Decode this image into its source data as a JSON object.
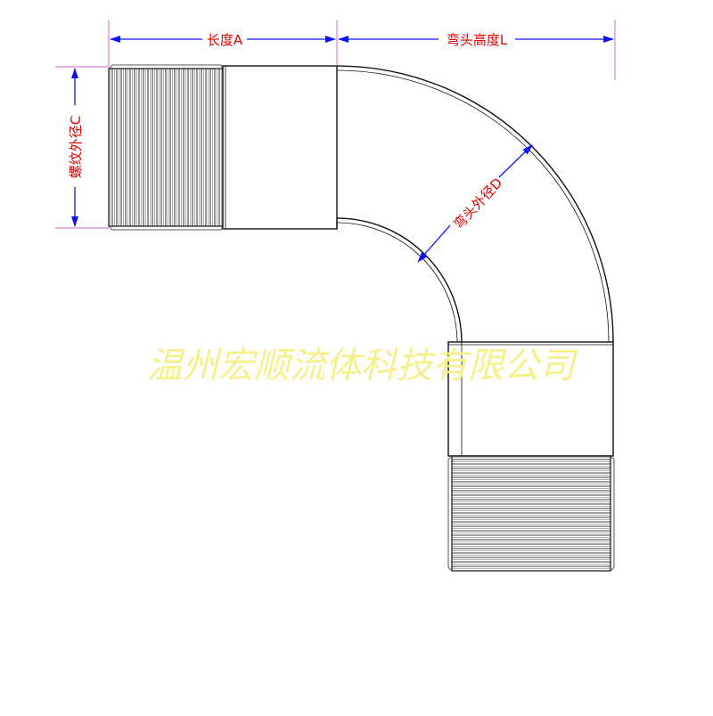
{
  "diagram": {
    "dimensions": {
      "length_a": "长度A",
      "elbow_height_l": "弯头高度L",
      "thread_od_c": "螺纹外径C",
      "elbow_od_d": "弯头外径D"
    },
    "watermark": "温州宏顺流体科技有限公司",
    "colors": {
      "outline": "#111111",
      "dimension_line": "#1010ff",
      "dimension_text": "#e00000",
      "extension_line": "#cc66cc",
      "watermark": "#f6f08a"
    }
  }
}
